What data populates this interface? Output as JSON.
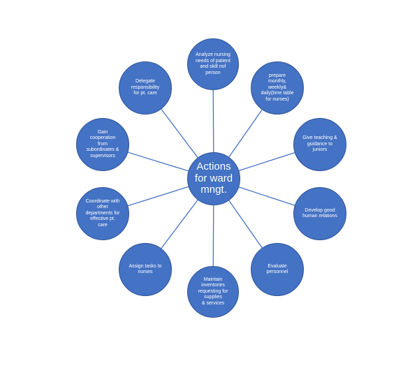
{
  "diagram": {
    "colors": {
      "fill": "#4472c4",
      "outline": "#2f5597",
      "connector": "#4472c4",
      "text": "#ffffff"
    },
    "hub": "Actions\nfor ward\nmngt.",
    "spokes": [
      "Analyze nursing\nneeds of patient\nand skill nof\nperson",
      "prepare\nmonthly,\nweekly&\ndaily(time table\nfor nurses)",
      "Give teaching &\nguidance to\njuniors",
      "Develop good\nhuman relations",
      "Evaluate\npersonnel",
      "Maintain\ninventories\nrequesting for\nsupplies\n& services",
      "Assign tasks to\nnurses",
      "Coordinate with\nother\ndepartments for\neffective pt.\ncare",
      "Gain\ncooperation\nfrom\nsubordinates &\nsupervisors",
      "Delegate\nresponsibility\nfor pt. care"
    ]
  }
}
